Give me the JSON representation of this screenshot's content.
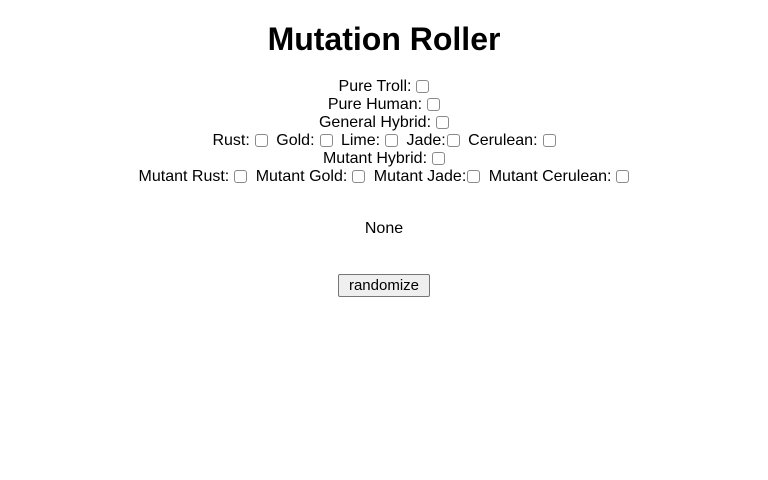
{
  "page": {
    "title": "Mutation Roller"
  },
  "rows": [
    {
      "items": [
        {
          "label": "Pure Troll:",
          "checked": false
        }
      ]
    },
    {
      "items": [
        {
          "label": "Pure Human:",
          "checked": false
        }
      ]
    },
    {
      "items": [
        {
          "label": "General Hybrid:",
          "checked": false
        }
      ]
    },
    {
      "items": [
        {
          "label": "Rust:",
          "checked": false
        },
        {
          "label": "Gold:",
          "checked": false
        },
        {
          "label": "Lime:",
          "checked": false
        },
        {
          "label": "Jade:",
          "checked": false
        },
        {
          "label": "Cerulean:",
          "checked": false
        }
      ]
    },
    {
      "items": [
        {
          "label": "Mutant Hybrid:",
          "checked": false
        }
      ]
    },
    {
      "items": [
        {
          "label": "Mutant Rust:",
          "checked": false
        },
        {
          "label": "Mutant Gold:",
          "checked": false
        },
        {
          "label": "Mutant Jade:",
          "checked": false
        },
        {
          "label": "Mutant Cerulean:",
          "checked": false
        }
      ]
    }
  ],
  "result": {
    "text": "None"
  },
  "button": {
    "label": "randomize"
  }
}
